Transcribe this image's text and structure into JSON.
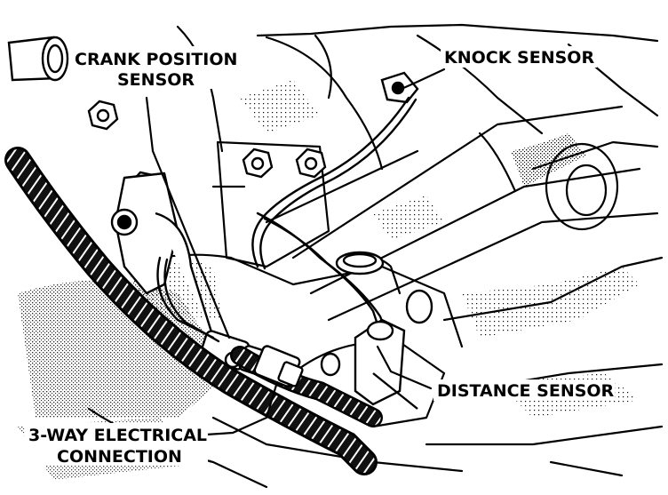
{
  "labels": {
    "crank_line1": "CRANK POSITION",
    "crank_line2": "SENSOR",
    "knock": "KNOCK SENSOR",
    "distance": "DISTANCE SENSOR",
    "conn_line1": "3-WAY ELECTRICAL",
    "conn_line2": "CONNECTION"
  }
}
